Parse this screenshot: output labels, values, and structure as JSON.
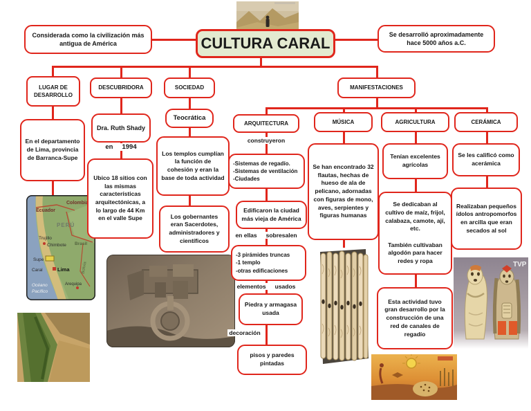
{
  "root": {
    "title": "CULTURA CARAL",
    "left_note": "Considerada como la civilización más antigua de América",
    "right_note": "Se desarrolló aproximadamente hace 5000 años a.C."
  },
  "lugar": {
    "header": "LUGAR DE DESARROLLO",
    "box_departamento": "En el departamento de Lima, provincia de Barranca-Supe"
  },
  "descubridora": {
    "header": "DESCUBRIDORA",
    "box_nombre": "Dra. Ruth Shady",
    "label_en": "en",
    "label_anio": "1994",
    "box_sitios": "Ubico 18 sitios con las mismas características arquitectónicas, a lo largo de 44 Km en el valle Supe"
  },
  "sociedad": {
    "header": "SOCIEDAD",
    "box_teocratica": "Teocrática",
    "box_templos": "Los templos cumplían la función de cohesión y eran la base de toda actividad",
    "box_gobernantes": "Los gobernantes eran Sacerdotes, administradores y científicos"
  },
  "manifestaciones": {
    "header": "MANIFESTACIONES"
  },
  "arquitectura": {
    "header": "ARQUITECTURA",
    "label_construyeron": "construyeron",
    "box_sistemas": "-Sistemas de regadío.\n-Sistemas de ventilación\n-Ciudades",
    "box_edificaron": "Edificaron la ciudad más vieja de América",
    "label_enellas": "en ellas",
    "label_sobresalen": "sobresalen",
    "box_piramides": "-3 pirámides truncas\n-1 templo\n-otras edificaciones",
    "label_elementos": "elementos",
    "label_usados": "usados",
    "box_piedra": "Piedra y armagasa usada",
    "label_decoracion": "decoración",
    "box_pisos": "pisos y paredes pintadas"
  },
  "musica": {
    "header": "MÚSICA",
    "box_flautas": "Se han encontrado 32 flautas, hechas de hueso de ala de pelicano, adornadas con figuras de mono, aves, serpientes y figuras humanas"
  },
  "agricultura": {
    "header": "AGRICULTURA",
    "box_tenian": "Tenían excelentes agrícolas",
    "box_cultivo": "Se dedicaban al cultivo de maíz, frijol, calabaza, camote, ají, etc.\n\nTambién cultivaban algodón para hacer redes y ropa",
    "box_actividad": "Esta actividad tuvo gran desarrollo por la construcción de una red de canales de regadío"
  },
  "ceramica": {
    "header": "CERÁMICA",
    "box_acermica": "Se les calificó como acerámica",
    "box_idolos": "Realizaban pequeños ídolos antropomorfos en arcilla que eran secados al sol"
  },
  "map_labels": {
    "ecuador": "Ecuador",
    "colombia": "Colombia",
    "peru": "PERÚ",
    "trujillo": "Trujillo",
    "chimbote": "Chimbote",
    "brasil": "Brasil",
    "supe": "Supe",
    "caral": "Caral",
    "lima": "Lima",
    "arequipa": "Arequipa",
    "oceano_1": "Océano",
    "oceano_2": "Pacífico",
    "bolivia": "Bolivia"
  },
  "watermarks": {
    "idols": "TVP"
  },
  "colors": {
    "accent_red": "#e0261c",
    "title_fill": "#e3ead0"
  }
}
